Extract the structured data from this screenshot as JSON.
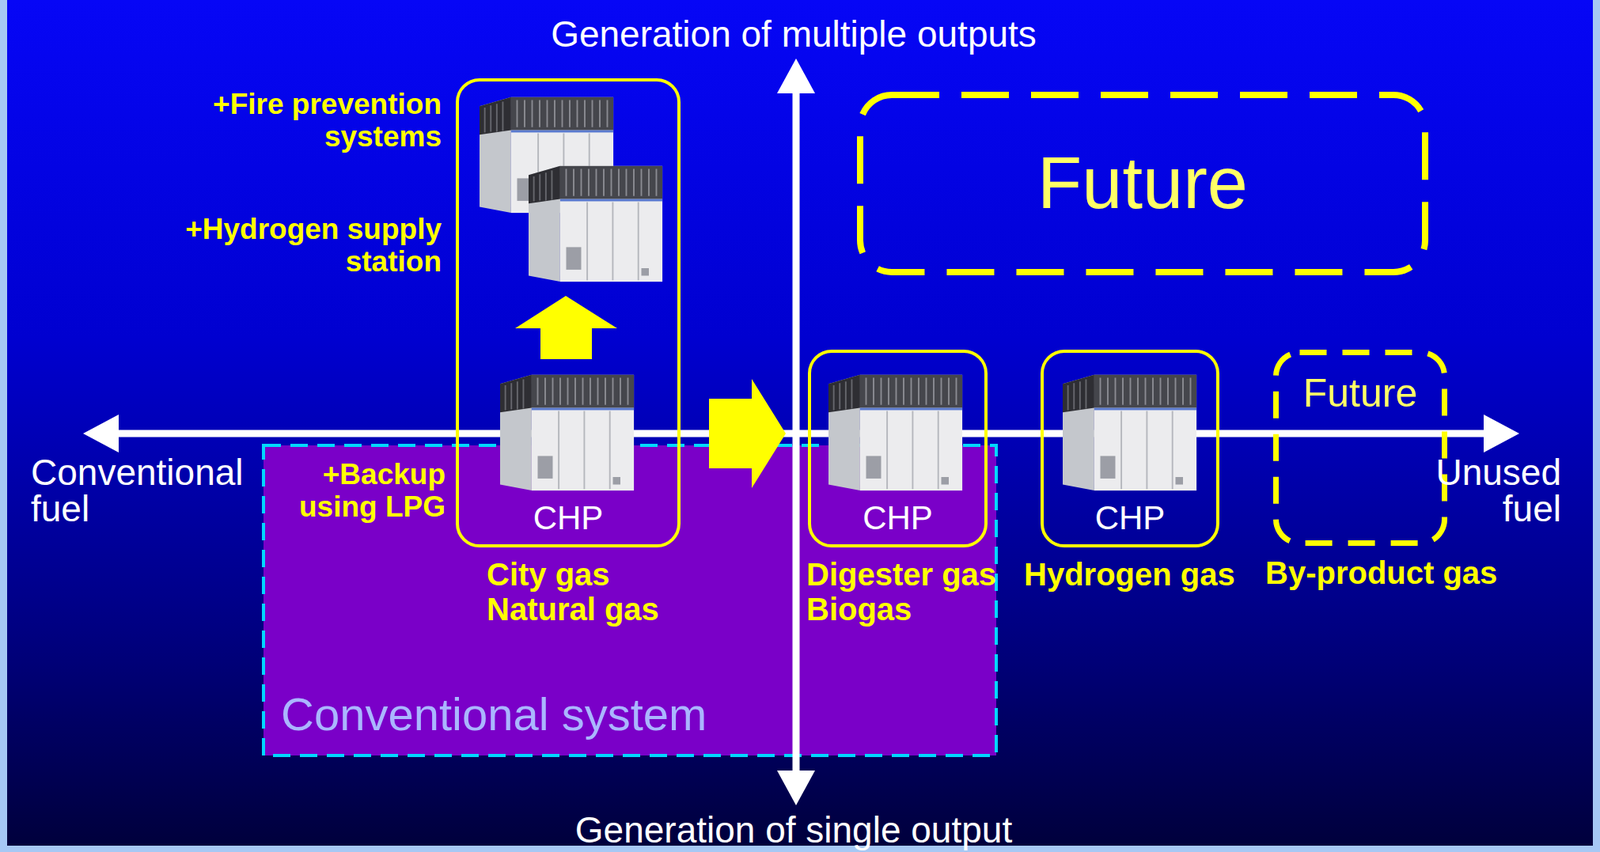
{
  "diagram": {
    "nodes": [
      {
        "text": [
          "Conventional system"
        ]
      },
      {
        "text": [
          "CHP",
          "City gas Natural gas"
        ]
      },
      {
        "text": [
          "CHP",
          "Digester gas Biogas"
        ]
      },
      {
        "text": [
          "CHP",
          "Hydrogen gas"
        ]
      },
      {
        "text": [
          "Future",
          "By-product gas"
        ]
      },
      {
        "text": [
          "Future"
        ]
      }
    ],
    "edges": [
      {
        "from": 1,
        "to": 2,
        "arrow": "to"
      }
    ],
    "labels": [
      "Generation of multiple outputs",
      "Generation of single output",
      "Conventional fuel",
      "Unused fuel",
      "+Fire prevention systems",
      "+Hydrogen supply station",
      "+Backup using LPG"
    ]
  }
}
